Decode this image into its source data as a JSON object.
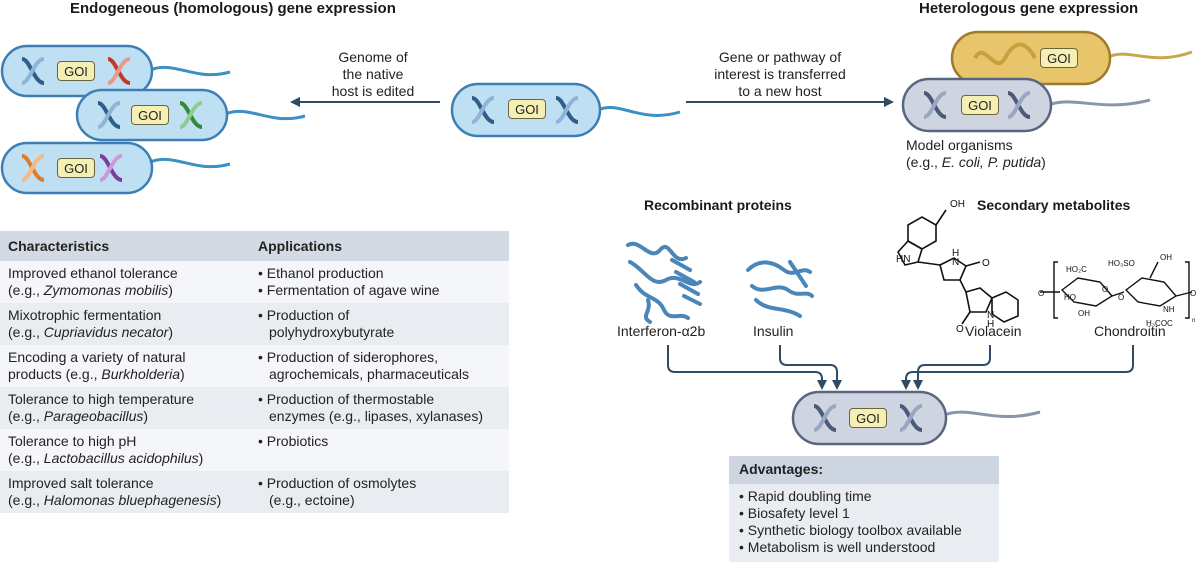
{
  "left": {
    "title": "Endogeneous (homologous) gene expression",
    "goi_label": "GOI",
    "arrow_note": [
      "Genome of",
      "the native",
      "host is edited"
    ]
  },
  "right": {
    "title": "Heterologous gene expression",
    "arrow_note": [
      "Gene or pathway of",
      "interest is transferred",
      "to a new host"
    ],
    "model_organisms": "Model organisms",
    "model_examples_prefix": "(e.g., ",
    "model_examples": "E. coli, P. putida",
    "model_examples_suffix": ")"
  },
  "products": {
    "recombinant_title": "Recombinant proteins",
    "secondary_title": "Secondary metabolites",
    "items": [
      "Interferon-α2b",
      "Insulin",
      "Violacein",
      "Chondroitin"
    ]
  },
  "table": {
    "headers": [
      "Characteristics",
      "Applications"
    ],
    "rows": [
      {
        "char": "Improved ethanol tolerance",
        "example": "Zymomonas mobilis",
        "ex_prefix": "(e.g., ",
        "ex_suffix": ")",
        "apps": [
          "Ethanol production",
          "Fermentation of agave wine"
        ]
      },
      {
        "char": "Mixotrophic fermentation",
        "example": "Cupriavidus necator",
        "ex_prefix": "(e.g., ",
        "ex_suffix": ")",
        "apps": [
          "Production of",
          "polyhydroxybutyrate"
        ]
      },
      {
        "char": "Encoding a variety of natural",
        "example": "Burkholderia",
        "ex_prefix": "products (e.g., ",
        "ex_suffix": ")",
        "apps": [
          "Production of siderophores,",
          "agrochemicals, pharmaceuticals"
        ]
      },
      {
        "char": "Tolerance to high temperature",
        "example": "Parageobacillus",
        "ex_prefix": "(e.g., ",
        "ex_suffix": ")",
        "apps": [
          "Production of thermostable",
          "enzymes (e.g., lipases, xylanases)"
        ]
      },
      {
        "char": "Tolerance to high pH",
        "example": "Lactobacillus acidophilus",
        "ex_prefix": "(e.g., ",
        "ex_suffix": ")",
        "apps": [
          "Probiotics",
          ""
        ]
      },
      {
        "char": "Improved salt tolerance",
        "example": "Halomonas bluephagenesis",
        "ex_prefix": "(e.g., ",
        "ex_suffix": ")",
        "apps": [
          "Production of osmolytes",
          "(e.g., ectoine)"
        ]
      }
    ]
  },
  "advantages": {
    "title": "Advantages:",
    "items": [
      "Rapid doubling time",
      "Biosafety level 1",
      "Synthetic biology toolbox available",
      "Metabolism is well understood"
    ]
  },
  "colors": {
    "blue_cell": "#bfe0f2",
    "blue_cell_border": "#3d7fb5",
    "grey_cell": "#cfd5e0",
    "gold_cell": "#e8c56a",
    "goi_fill": "#f6efb4",
    "arrow": "#2e4a66"
  },
  "icons": [
    "dna-helix-icon",
    "flagellum-icon",
    "protein-ribbon-icon",
    "molecule-structure-icon"
  ]
}
